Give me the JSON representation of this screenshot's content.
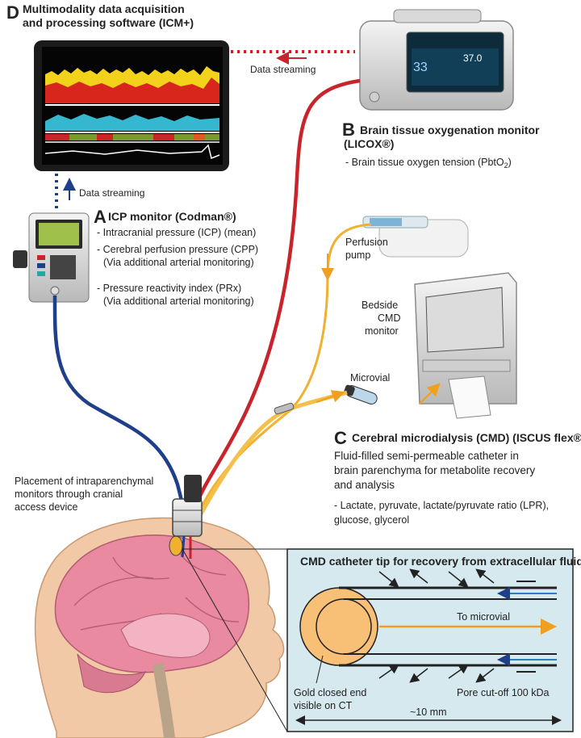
{
  "panel_d": {
    "letter": "D",
    "title_line1": "Multimodality data acquisition",
    "title_line2": "and processing software (ICM+)"
  },
  "streaming_top": "Data streaming",
  "streaming_left": "Data streaming",
  "licox_display": {
    "left_value": "33",
    "right_value": "37.0"
  },
  "panel_b": {
    "letter": "B",
    "title_line1": "Brain tissue oxygenation monitor",
    "title_line2": "(LICOX®)",
    "item1_prefix": "- Brain tissue oxygen tension (PbtO",
    "item1_sub": "2",
    "item1_suffix": ")"
  },
  "panel_a": {
    "letter": "A",
    "title": "ICP monitor (Codman®)",
    "item1": "- Intracranial pressure (ICP) (mean)",
    "item2_line1": "- Cerebral perfusion pressure (CPP)",
    "item2_line2": "(Via additional arterial monitoring)",
    "item3_line1": "- Pressure reactivity index (PRx)",
    "item3_line2": "(Via additional arterial monitoring)"
  },
  "perfusion_pump": {
    "line1": "Perfusion",
    "line2": "pump"
  },
  "bedside": {
    "line1": "Bedside",
    "line2": "CMD",
    "line3": "monitor"
  },
  "microvial": "Microvial",
  "panel_c": {
    "letter": "C",
    "title": "Cerebral microdialysis (CMD) (ISCUS flex®)",
    "desc_line1": "Fluid-filled semi-permeable catheter in",
    "desc_line2": "brain parenchyma for metabolite recovery",
    "desc_line3": "and analysis",
    "item1_line1": "- Lactate, pyruvate, lactate/pyruvate ratio (LPR),",
    "item1_line2": "glucose, glycerol"
  },
  "placement": {
    "line1": "Placement of intraparenchymal",
    "line2": "monitors through cranial",
    "line3": "access device"
  },
  "inset": {
    "title": "CMD catheter tip for recovery from extracellular fluid",
    "to_microvial": "To microvial",
    "gold_line1": "Gold closed end",
    "gold_line2": "visible on CT",
    "pore": "Pore cut-off 100 kDa",
    "length": "~10 mm"
  },
  "colors": {
    "icp_cable": "#1f3f8a",
    "licox_cable": "#c8242b",
    "cmd_tubing": "#f0b030",
    "inset_bg": "#d6e9ef",
    "brain": "#e98aa0",
    "skin": "#f2c9a6",
    "stream_dots_red": "#c8242b",
    "stream_dots_blue": "#1f3f8a"
  }
}
